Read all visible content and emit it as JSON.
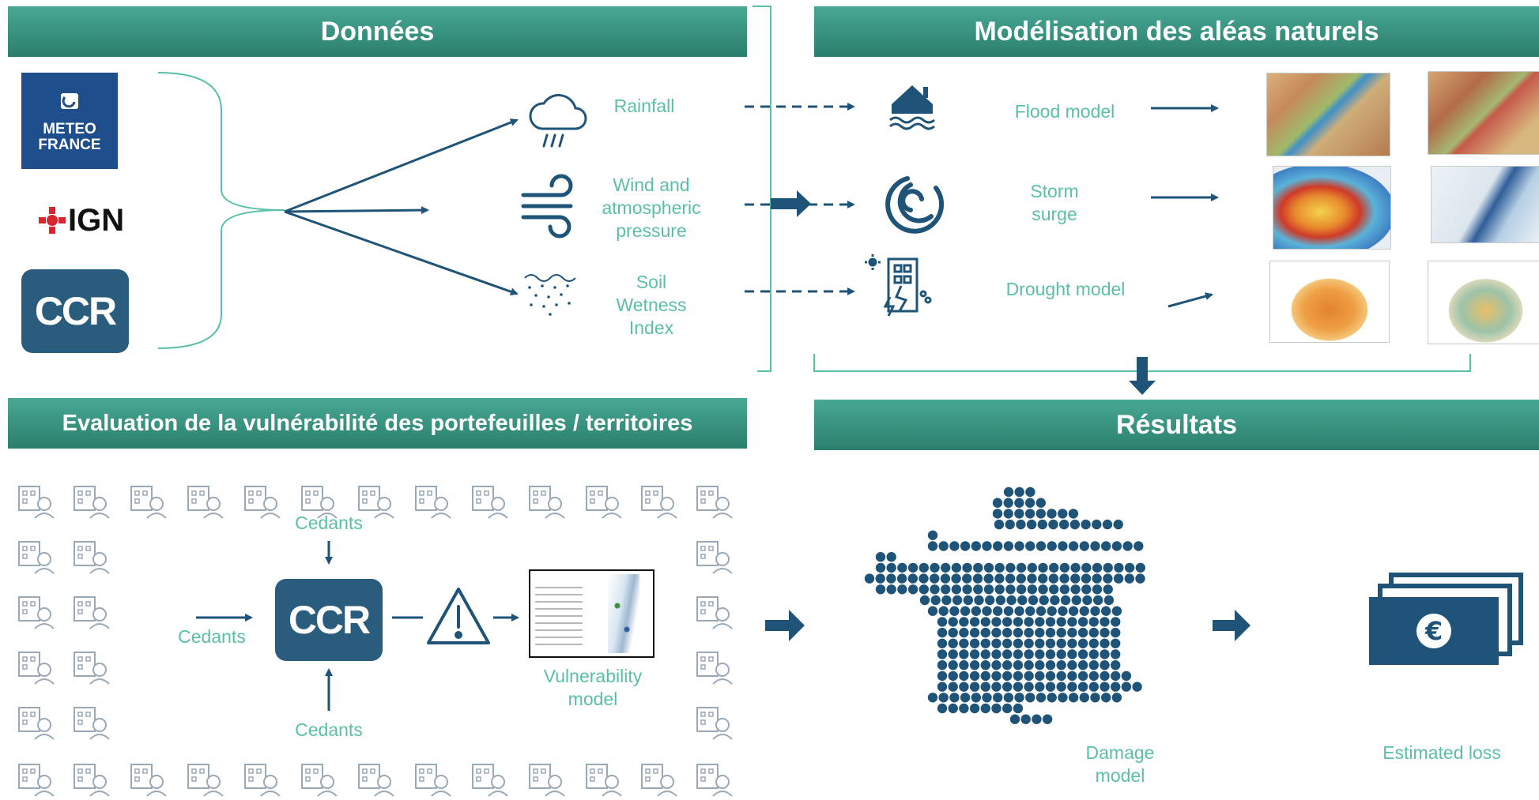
{
  "headers": {
    "donnees": "Données",
    "modelisation": "Modélisation des aléas naturels",
    "evaluation": "Evaluation de la vulnérabilité des portefeuilles / territoires",
    "resultats": "Résultats"
  },
  "sources": {
    "meteo_line1": "METEO",
    "meteo_line2": "FRANCE",
    "ign": "IGN",
    "ccr": "CCR"
  },
  "inputs": {
    "rainfall": "Rainfall",
    "wind_line1": "Wind and",
    "wind_line2": "atmospheric",
    "wind_line3": "pressure",
    "soil_line1": "Soil",
    "soil_line2": "Wetness",
    "soil_line3": "Index"
  },
  "models": {
    "flood": "Flood model",
    "storm_line1": "Storm",
    "storm_line2": "surge",
    "drought": "Drought model"
  },
  "vulnerability": {
    "cedants_top": "Cedants",
    "cedants_left": "Cedants",
    "cedants_bottom": "Cedants",
    "ccr": "CCR",
    "model_line1": "Vulnerability",
    "model_line2": "model"
  },
  "results": {
    "damage_line1": "Damage",
    "damage_line2": "model",
    "estimated_loss": "Estimated loss",
    "currency_symbol": "€"
  },
  "colors": {
    "teal": "#2f8a75",
    "teal_text": "#5bbfa7",
    "navy": "#1f5478"
  }
}
